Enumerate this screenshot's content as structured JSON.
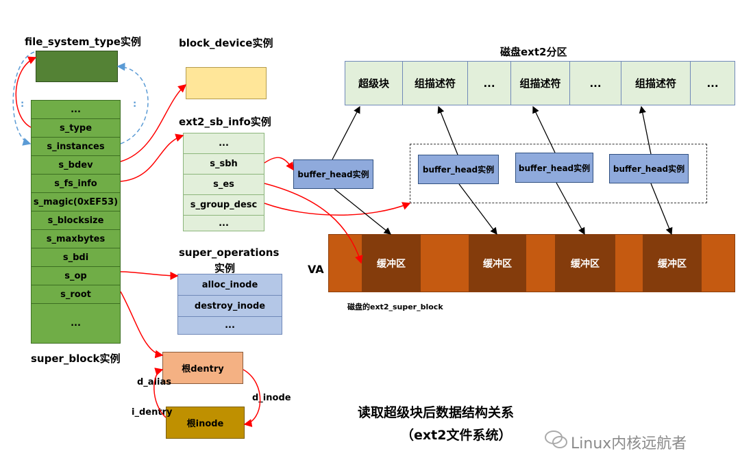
{
  "titles": {
    "fst": "file_system_type实例",
    "bdev": "block_device实例",
    "sbinfo": "ext2_sb_info实例",
    "superops_line1": "super_operations",
    "superops_line2": "实例",
    "superblock": "super_block实例",
    "disk": "磁盘ext2分区",
    "va": "VA",
    "disk_sb": "磁盘的ext2_super_block",
    "caption_line1": "读取超级块后数据结构关系",
    "caption_line2": "（ext2文件系统）",
    "watermark": "Linux内核远航者"
  },
  "super_block": [
    "...",
    "s_type",
    "s_instances",
    "s_bdev",
    "s_fs_info",
    "s_magic(0xEF53)",
    "s_blocksize",
    "s_maxbytes",
    "s_bdi",
    "s_op",
    "s_root",
    "..."
  ],
  "sb_info": [
    "...",
    "s_sbh",
    "s_es",
    "s_group_desc",
    "..."
  ],
  "super_ops": [
    "alloc_inode",
    "destroy_inode",
    "..."
  ],
  "buffer_head": [
    "buffer_head实例",
    "buffer_head实例",
    "buffer_head实例",
    "buffer_head实例"
  ],
  "disk_cells": [
    "超级块",
    "组描述符",
    "...",
    "组描述符",
    "...",
    "组描述符",
    "..."
  ],
  "buffers": [
    "缓冲区",
    "缓冲区",
    "缓冲区",
    "缓冲区"
  ],
  "dentry": {
    "root_dentry": "根dentry",
    "root_inode": "根inode",
    "d_alias": "d_alias",
    "i_dentry": "i_dentry",
    "d_inode": "d_inode"
  },
  "side_dots": ":",
  "colors": {
    "sb_green": "#70ad47",
    "fst_green": "#548235",
    "bdev_yellow": "#ffe699",
    "info_green": "#e2efda",
    "ops_blue": "#b4c7e7",
    "bh_blue": "#8faadc",
    "va_orange": "#c55a11",
    "buffer_brown": "#843c0c",
    "dentry_peach": "#f4b183",
    "inode_gold": "#bf9000",
    "arrow_red": "#ff0000",
    "arrow_blue_dashed": "#5b9bd5"
  }
}
